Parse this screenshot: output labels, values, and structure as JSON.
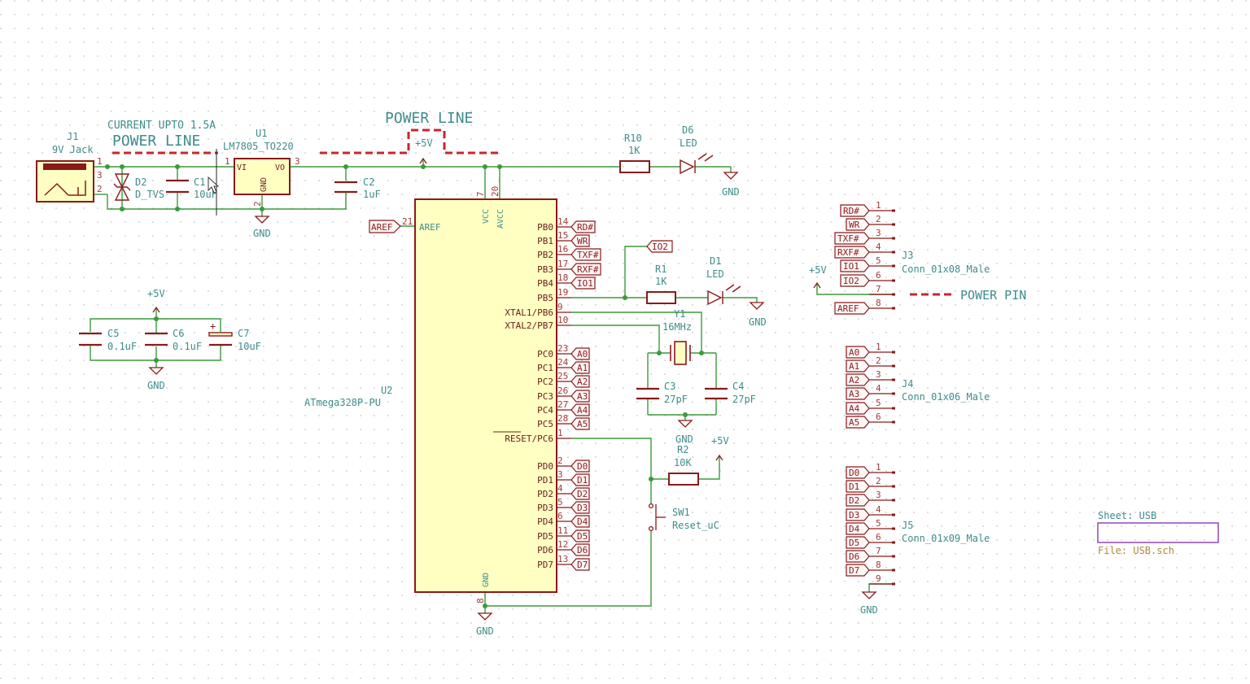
{
  "colors": {
    "background": "#ffffff",
    "grid": "#c6c6c6",
    "wire": "#3c9a3c",
    "body_outline": "#8a1a1a",
    "body_fill": "#ffffc2",
    "text_teal": "#3f8c8c",
    "pin_number": "#a23a3a",
    "pin_name": "#6a2020",
    "annotation": "#c8262c",
    "net_label": "#8a1a1a",
    "junction": "#3c9a3c"
  },
  "notes": {
    "current": "CURRENT UPTO 1.5A",
    "power_line_1": "POWER LINE",
    "power_line_2": "POWER LINE",
    "power_pin": "POWER PIN"
  },
  "power": {
    "p5v": "+5V",
    "gnd": "GND"
  },
  "parts": {
    "j1": {
      "ref": "J1",
      "value": "9V Jack",
      "pins": [
        "1",
        "3",
        "2"
      ]
    },
    "d2": {
      "ref": "D2",
      "value": "D_TVS"
    },
    "c1": {
      "ref": "C1",
      "value": "10uF"
    },
    "u1": {
      "ref": "U1",
      "value": "LM7805_TO220",
      "vi": "VI",
      "vo": "VO",
      "gnd": "GND",
      "pin1": "1",
      "pin2": "2",
      "pin3": "3"
    },
    "c2": {
      "ref": "C2",
      "value": "1uF"
    },
    "r10": {
      "ref": "R10",
      "value": "1K"
    },
    "d6": {
      "ref": "D6",
      "value": "LED"
    },
    "c5": {
      "ref": "C5",
      "value": "0.1uF"
    },
    "c6": {
      "ref": "C6",
      "value": "0.1uF"
    },
    "c7": {
      "ref": "C7",
      "value": "10uF",
      "plus": "+"
    },
    "u2": {
      "ref": "U2",
      "value": "ATmega328P-PU",
      "vcc": "VCC",
      "avcc": "AVCC",
      "gnd": "GND",
      "aref": "AREF",
      "aref_pin": "21",
      "vcc_pin": "7",
      "avcc_pin": "20",
      "gnd_pin": "8"
    },
    "r1": {
      "ref": "R1",
      "value": "1K"
    },
    "d1": {
      "ref": "D1",
      "value": "LED"
    },
    "y1": {
      "ref": "Y1",
      "value": "16MHz"
    },
    "c3": {
      "ref": "C3",
      "value": "27pF"
    },
    "c4": {
      "ref": "C4",
      "value": "27pF"
    },
    "r2": {
      "ref": "R2",
      "value": "10K"
    },
    "sw1": {
      "ref": "SW1",
      "value": "Reset_uC"
    },
    "j3": {
      "ref": "J3",
      "value": "Conn_01x08_Male"
    },
    "j4": {
      "ref": "J4",
      "value": "Conn_01x06_Male"
    },
    "j5": {
      "ref": "J5",
      "value": "Conn_01x09_Male"
    }
  },
  "u2_right_pins": [
    {
      "name": "PB0",
      "num": "14",
      "label": "RD#"
    },
    {
      "name": "PB1",
      "num": "15",
      "label": "WR"
    },
    {
      "name": "PB2",
      "num": "16",
      "label": "TXF#"
    },
    {
      "name": "PB3",
      "num": "17",
      "label": "RXF#"
    },
    {
      "name": "PB4",
      "num": "18",
      "label": "IO1"
    },
    {
      "name": "PB5",
      "num": "19",
      "label": ""
    },
    {
      "name": "XTAL1/PB6",
      "num": "9",
      "label": ""
    },
    {
      "name": "XTAL2/PB7",
      "num": "10",
      "label": ""
    },
    {
      "name": "PC0",
      "num": "23",
      "label": "A0"
    },
    {
      "name": "PC1",
      "num": "24",
      "label": "A1"
    },
    {
      "name": "PC2",
      "num": "25",
      "label": "A2"
    },
    {
      "name": "PC3",
      "num": "26",
      "label": "A3"
    },
    {
      "name": "PC4",
      "num": "27",
      "label": "A4"
    },
    {
      "name": "PC5",
      "num": "28",
      "label": "A5"
    },
    {
      "name": "RESET/PC6",
      "num": "1",
      "label": ""
    },
    {
      "name": "PD0",
      "num": "2",
      "label": "D0"
    },
    {
      "name": "PD1",
      "num": "3",
      "label": "D1"
    },
    {
      "name": "PD2",
      "num": "4",
      "label": "D2"
    },
    {
      "name": "PD3",
      "num": "5",
      "label": "D3"
    },
    {
      "name": "PD4",
      "num": "6",
      "label": "D4"
    },
    {
      "name": "PD5",
      "num": "11",
      "label": "D5"
    },
    {
      "name": "PD6",
      "num": "12",
      "label": "D6"
    },
    {
      "name": "PD7",
      "num": "13",
      "label": "D7"
    }
  ],
  "io2_label": "IO2",
  "aref_label": "AREF",
  "j3_pins": [
    {
      "num": "1",
      "label": "RD#"
    },
    {
      "num": "2",
      "label": "WR"
    },
    {
      "num": "3",
      "label": "TXF#"
    },
    {
      "num": "4",
      "label": "RXF#"
    },
    {
      "num": "5",
      "label": "IO1"
    },
    {
      "num": "6",
      "label": "IO2"
    },
    {
      "num": "7",
      "label": ""
    },
    {
      "num": "8",
      "label": "AREF"
    }
  ],
  "j4_pins": [
    {
      "num": "1",
      "label": "A0"
    },
    {
      "num": "2",
      "label": "A1"
    },
    {
      "num": "3",
      "label": "A2"
    },
    {
      "num": "4",
      "label": "A3"
    },
    {
      "num": "5",
      "label": "A4"
    },
    {
      "num": "6",
      "label": "A5"
    }
  ],
  "j5_pins": [
    {
      "num": "1",
      "label": "D0"
    },
    {
      "num": "2",
      "label": "D1"
    },
    {
      "num": "3",
      "label": "D2"
    },
    {
      "num": "4",
      "label": "D3"
    },
    {
      "num": "5",
      "label": "D4"
    },
    {
      "num": "6",
      "label": "D5"
    },
    {
      "num": "7",
      "label": "D6"
    },
    {
      "num": "8",
      "label": "D7"
    },
    {
      "num": "9",
      "label": ""
    }
  ],
  "sheet": {
    "name": "Sheet: USB",
    "file": "File: USB.sch"
  }
}
